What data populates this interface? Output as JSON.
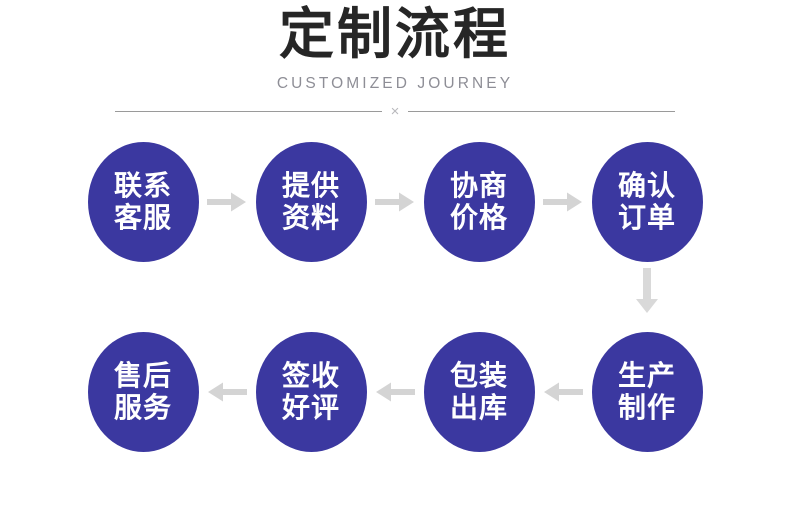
{
  "header": {
    "title": "定制流程",
    "subtitle": "CUSTOMIZED JOURNEY",
    "divider_mark": "×"
  },
  "colors": {
    "circle_fill": "#3b38a0",
    "circle_text": "#ffffff",
    "arrow": "#d4d4d4",
    "title": "#262626",
    "subtitle": "#8e8e96",
    "divider_line": "#9a9a9a",
    "background": "#ffffff"
  },
  "flow": {
    "top_row": {
      "direction": "left-to-right",
      "steps": [
        {
          "line1": "联系",
          "line2": "客服"
        },
        {
          "line1": "提供",
          "line2": "资料"
        },
        {
          "line1": "协商",
          "line2": "价格"
        },
        {
          "line1": "确认",
          "line2": "订单"
        }
      ]
    },
    "bottom_row": {
      "direction": "right-to-left",
      "steps": [
        {
          "line1": "售后",
          "line2": "服务"
        },
        {
          "line1": "签收",
          "line2": "好评"
        },
        {
          "line1": "包装",
          "line2": "出库"
        },
        {
          "line1": "生产",
          "line2": "制作"
        }
      ]
    },
    "connector": {
      "icon": "arrow-down-icon"
    }
  }
}
